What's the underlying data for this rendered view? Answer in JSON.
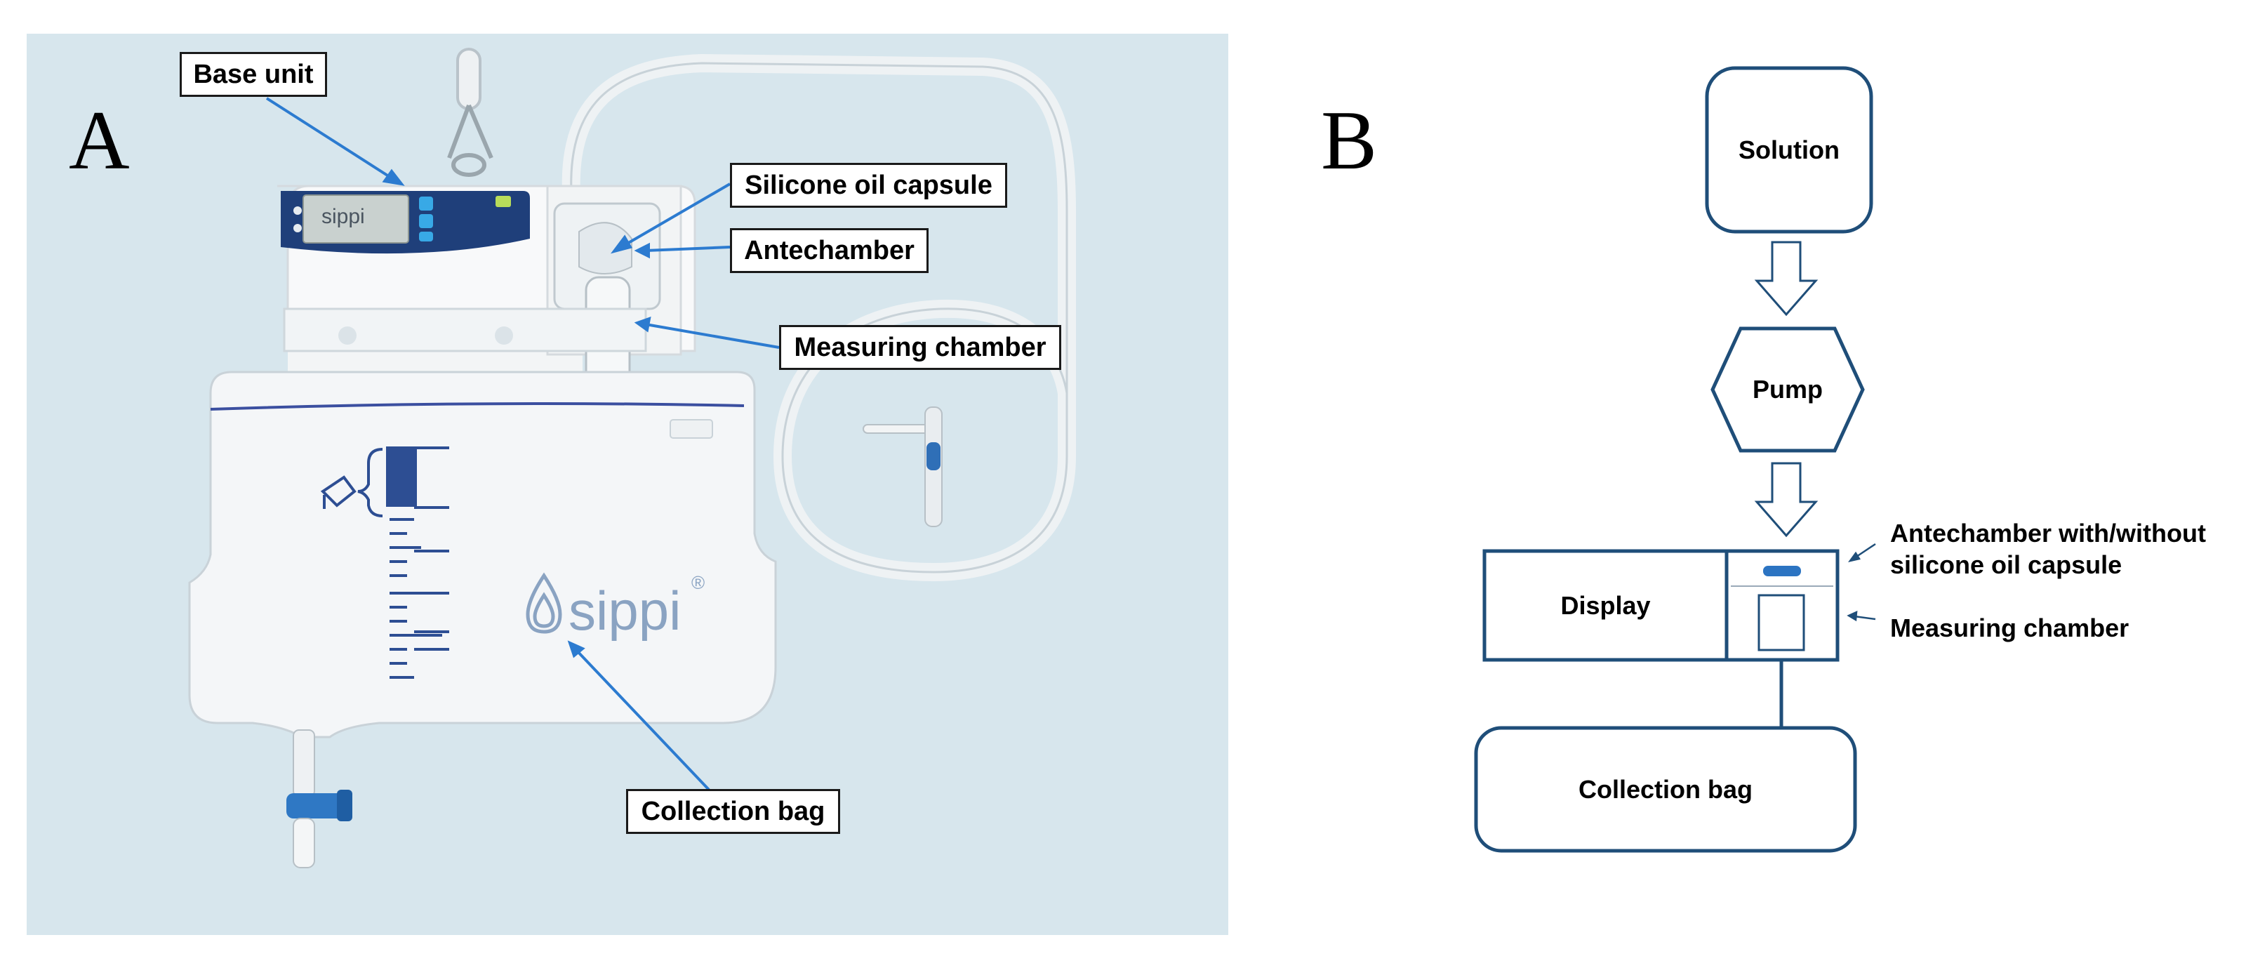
{
  "panel_a": {
    "letter": "A",
    "labels": {
      "base_unit": "Base unit",
      "silicone_oil_capsule": "Silicone oil capsule",
      "antechamber": "Antechamber",
      "measuring_chamber": "Measuring chamber",
      "collection_bag": "Collection bag"
    },
    "brand": {
      "device_screen": "sippi",
      "bag_logo": "sippi",
      "registered_mark": "®"
    }
  },
  "panel_b": {
    "letter": "B",
    "nodes": {
      "solution": "Solution",
      "pump": "Pump",
      "display": "Display",
      "collection_bag": "Collection bag"
    },
    "annotations": {
      "antechamber_line1": "Antechamber with/without",
      "antechamber_line2": "silicone oil capsule",
      "measuring_chamber": "Measuring chamber"
    }
  },
  "colors": {
    "photo_background": "#d7e6ed",
    "arrow_blue": "#2c7bd0",
    "diagram_navy": "#1f4e79",
    "bag_line": "#3b4fa0"
  }
}
